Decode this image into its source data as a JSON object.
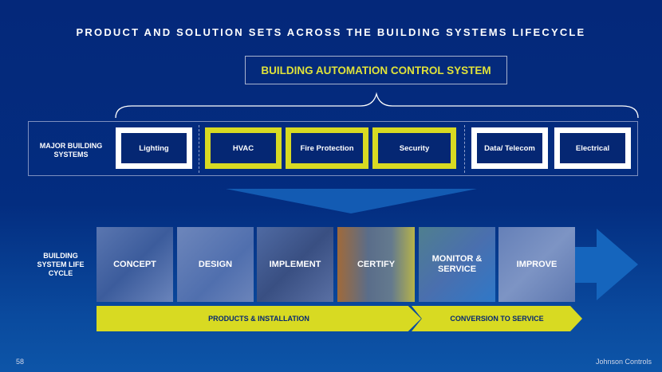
{
  "title": "PRODUCT AND SOLUTION SETS ACROSS THE BUILDING SYSTEMS LIFECYCLE",
  "bacs": "BUILDING AUTOMATION CONTROL SYSTEM",
  "systems_label": "MAJOR BUILDING SYSTEMS",
  "systems": [
    "Lighting",
    "HVAC",
    "Fire Protection",
    "Security",
    "Data/ Telecom",
    "Electrical"
  ],
  "lifecycle_label": "BUILDING SYSTEM LIFE CYCLE",
  "stages": [
    "CONCEPT",
    "DESIGN",
    "IMPLEMENT",
    "CERTIFY",
    "MONITOR & SERVICE",
    "IMPROVE"
  ],
  "banners": [
    "PRODUCTS & INSTALLATION",
    "CONVERSION TO SERVICE"
  ],
  "footer": {
    "page": "58",
    "brand": "Johnson Controls"
  },
  "colors": {
    "accent": "#d8da22",
    "background": "#04287a"
  }
}
